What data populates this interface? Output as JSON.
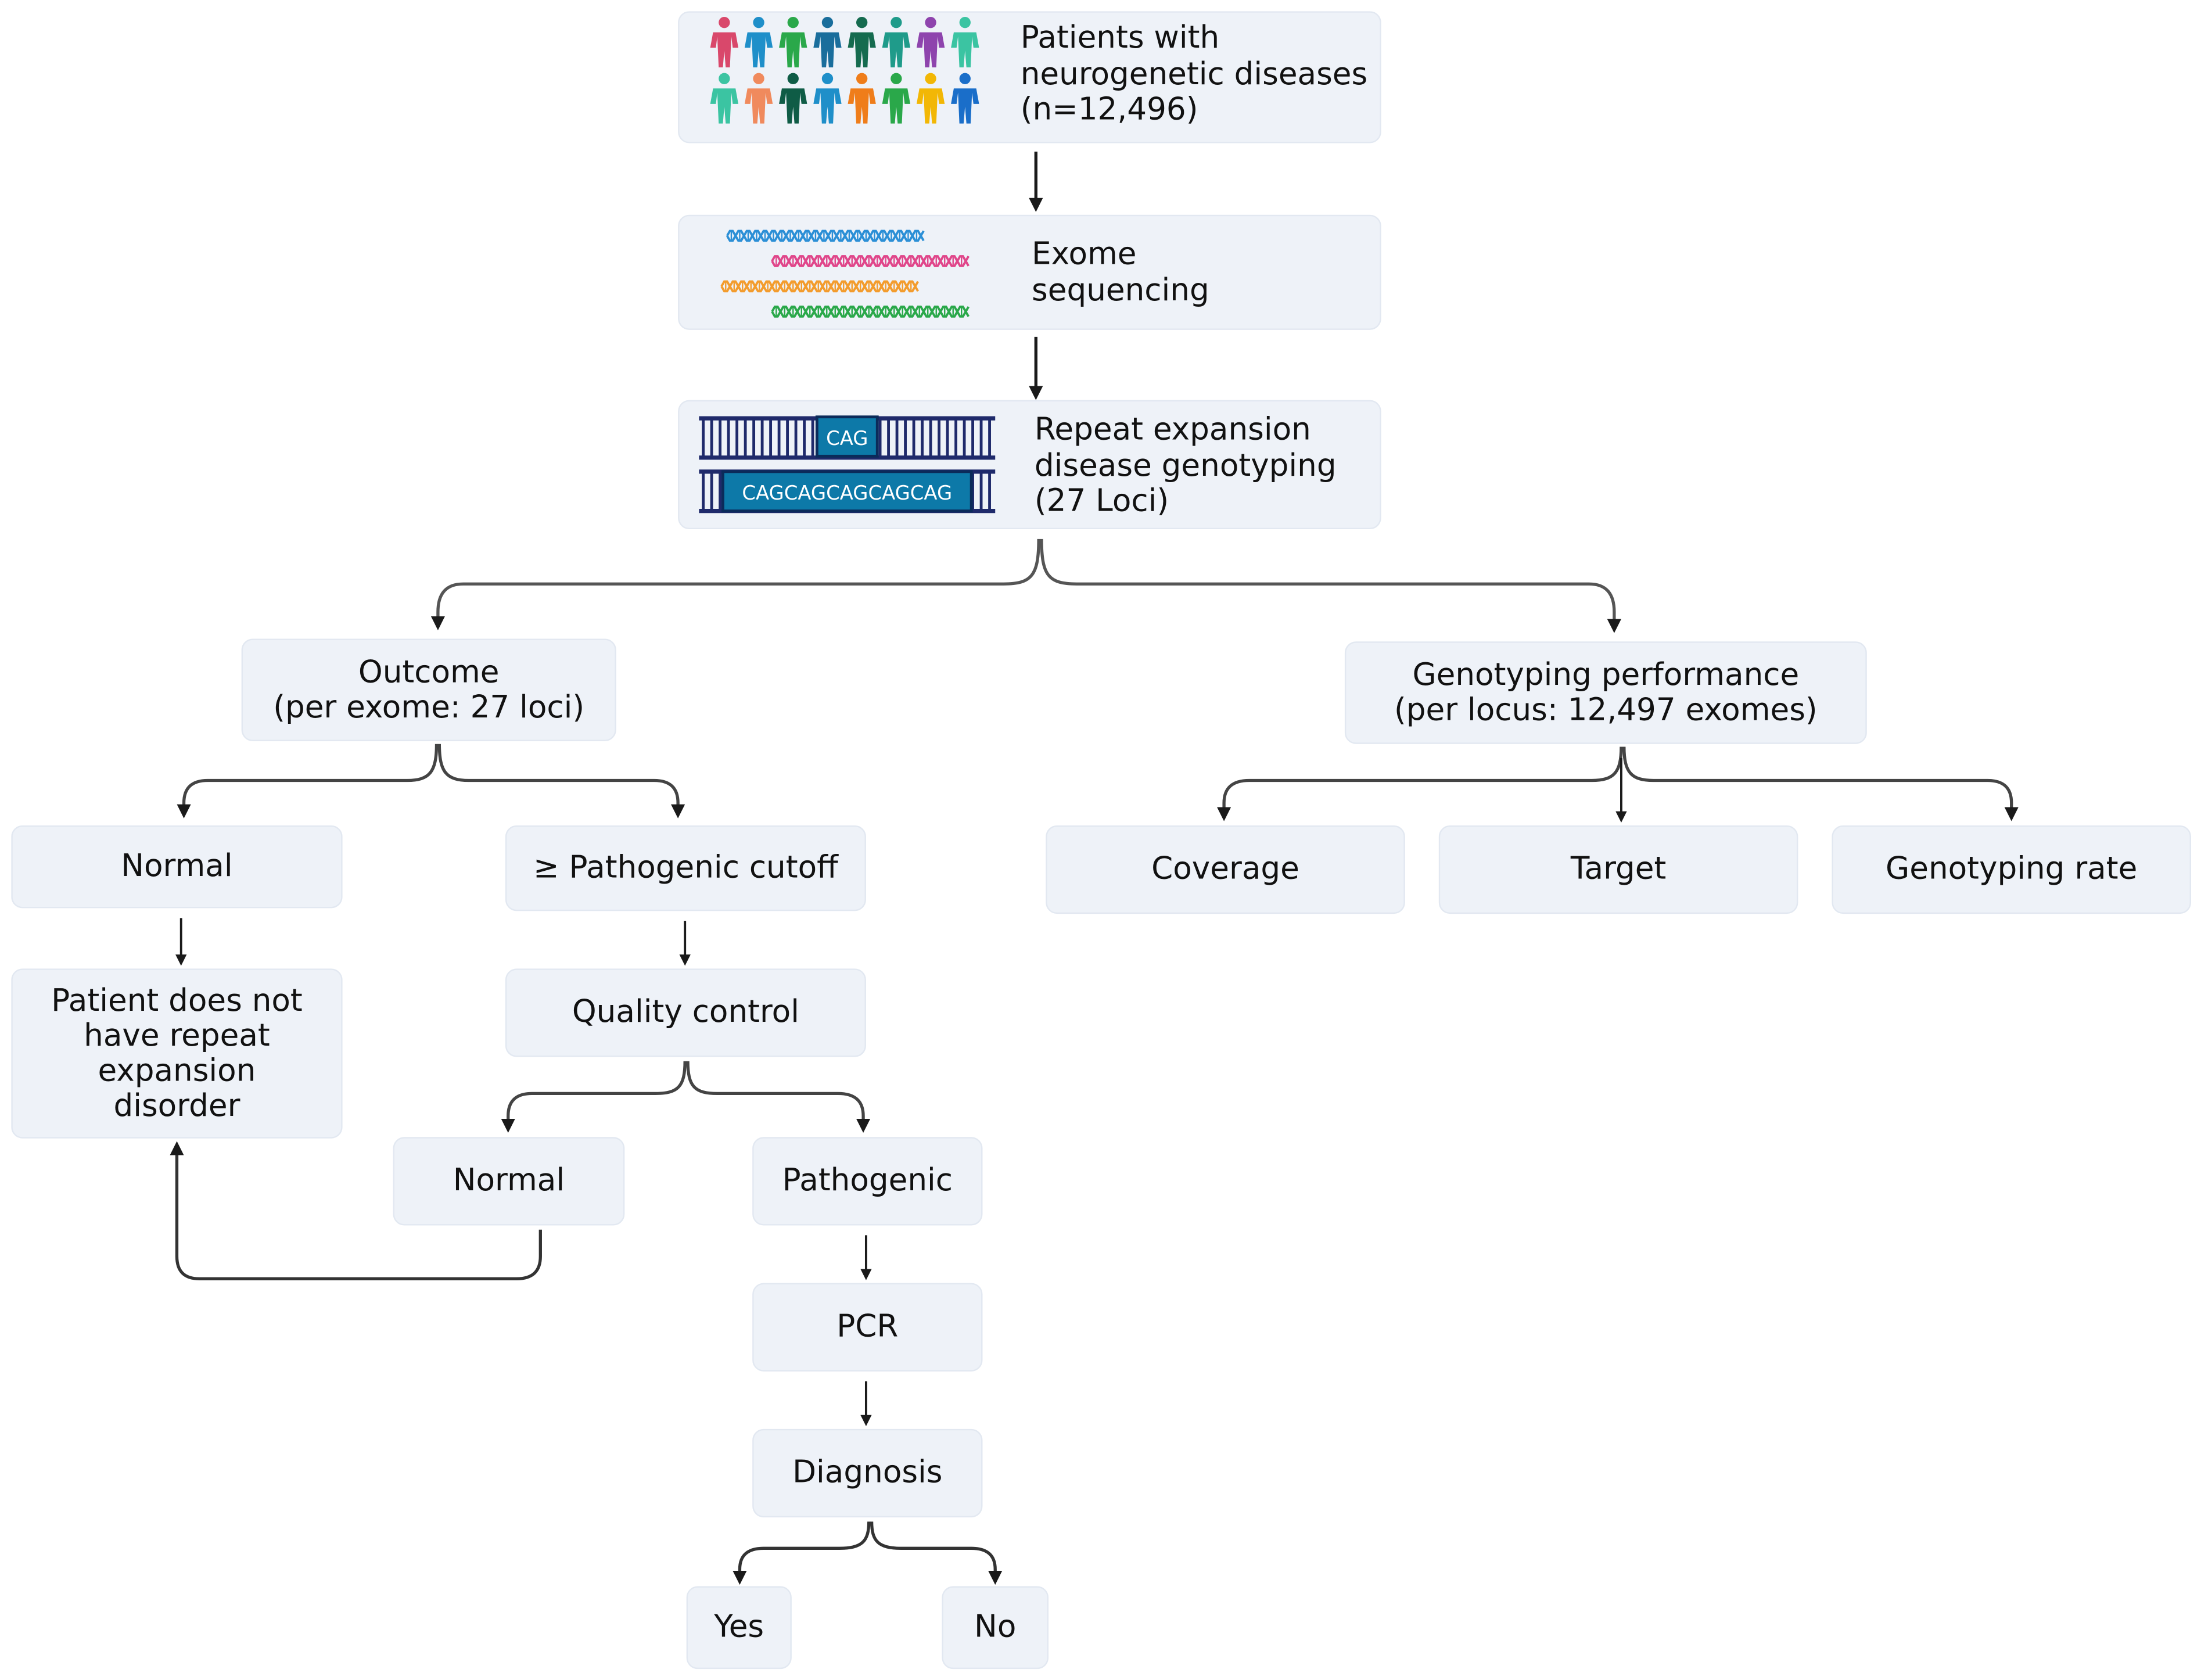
{
  "steps": {
    "patients": {
      "line1": "Patients with",
      "line2": "neurogenetic diseases",
      "line3": "(n=12,496)"
    },
    "exome": {
      "line1": "Exome",
      "line2": "sequencing"
    },
    "genotyping": {
      "line1": "Repeat expansion",
      "line2": "disease genotyping",
      "line3": "(27 Loci)",
      "repeat_short": "CAG",
      "repeat_long": "CAGCAGCAGCAGCAG"
    }
  },
  "outcome": {
    "line1": "Outcome",
    "line2": "(per exome: 27 loci)"
  },
  "performance": {
    "line1": "Genotyping performance",
    "line2": "(per locus: 12,497 exomes)"
  },
  "outcome_branch": {
    "normal": "Normal",
    "pathogenic_cutoff": "≥ Pathogenic cutoff",
    "no_disorder": {
      "line1": "Patient does not",
      "line2": "have repeat",
      "line3": "expansion",
      "line4": "disorder"
    },
    "quality_control": "Quality control",
    "qc_normal": "Normal",
    "qc_pathogenic": "Pathogenic",
    "pcr": "PCR",
    "diagnosis": "Diagnosis",
    "yes": "Yes",
    "no": "No"
  },
  "performance_branch": {
    "coverage": "Coverage",
    "target": "Target",
    "genotyping_rate": "Genotyping rate"
  },
  "icons": {
    "people": "people-icon",
    "dna": "dna-strands-icon",
    "repeat": "repeat-expansion-icon"
  },
  "colors": {
    "box_fill": "#eef2f8",
    "arrow": "#1a1a1a",
    "repeat_block": "#0d79a8",
    "ladder": "#1f2a6b"
  }
}
